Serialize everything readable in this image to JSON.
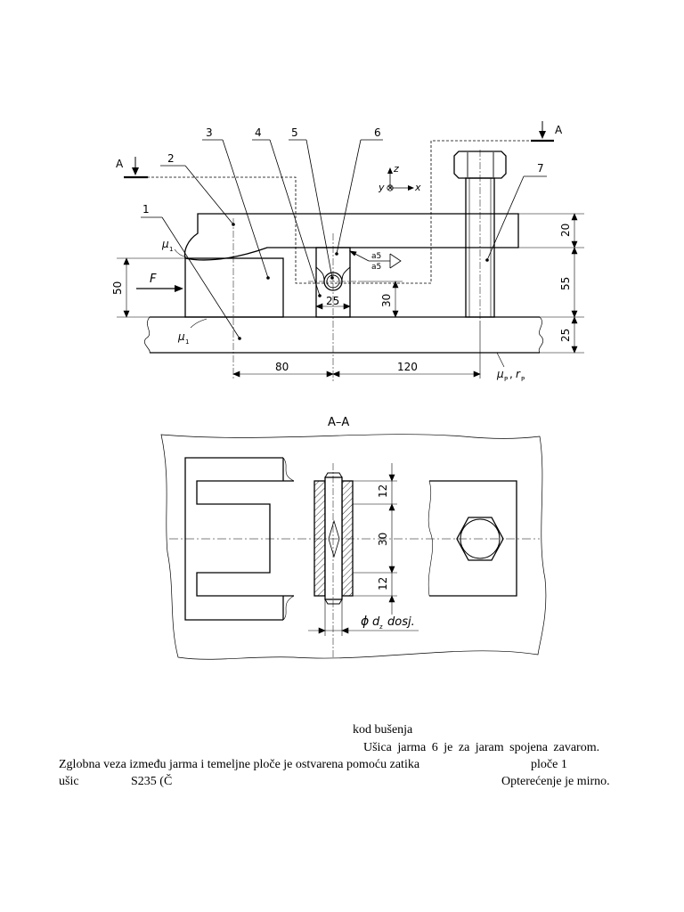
{
  "front_view": {
    "section_marker_left": "A",
    "section_marker_right": "A",
    "part_labels": [
      "1",
      "2",
      "3",
      "4",
      "5",
      "6",
      "7"
    ],
    "axis_z": "z",
    "axis_y": "y",
    "axis_x": "x",
    "force_label": "F",
    "mu1_upper": "μ",
    "mu1_upper_sub": "1",
    "mu1_lower": "μ",
    "mu1_lower_sub": "1",
    "mu_p": "μ",
    "mu_p_sub": "P",
    "r_p": "r",
    "r_p_sub": "P",
    "weld_top": "a5",
    "weld_bottom": "a5",
    "dims": {
      "height_block": "50",
      "height_top": "20",
      "height_mid": "55",
      "height_base": "25",
      "height_pin": "30",
      "width_lug": "25",
      "dist_left": "80",
      "dist_right": "120"
    }
  },
  "section_view": {
    "title": "A–A",
    "dim_top": "12",
    "dim_mid": "30",
    "dim_bottom": "12",
    "diameter_symbol": "ϕ",
    "diameter_d": "d",
    "diameter_sub": "z",
    "diameter_note": "dosj."
  },
  "text": {
    "line1": "kod bušenja",
    "line2": "Ušica jarma 6 je za jaram spojena zavarom.",
    "line3_left": "Zglobna veza između jarma i temeljne ploče je ostvarena pomoću zatika",
    "line3_right": "ploče 1",
    "line4_a": "ušic",
    "line4_b": "S235 (Č",
    "line4_c": "Opterećenje je mirno."
  }
}
